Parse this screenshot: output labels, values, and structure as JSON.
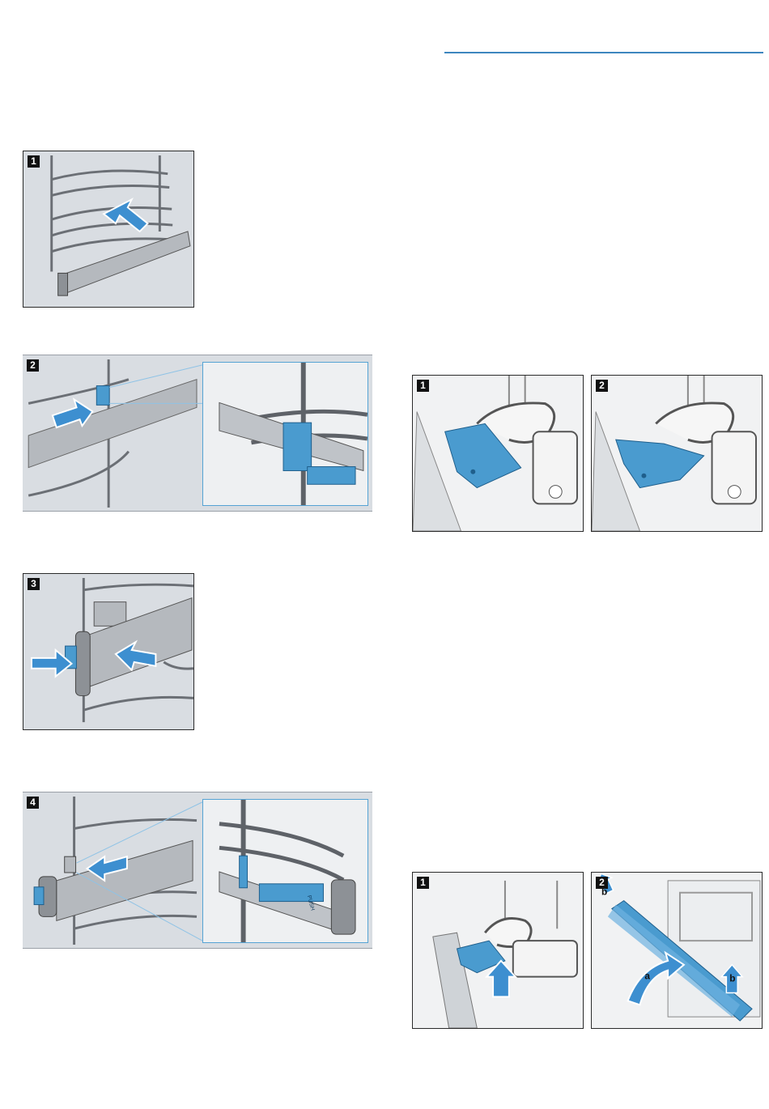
{
  "header": {
    "rule_color": "#3d86bf"
  },
  "colors": {
    "accent_blue": "#3d8fd0",
    "part_blue": "#4a9bcf",
    "panel_bg": "#d9dde2"
  },
  "left_steps": [
    {
      "number": "1"
    },
    {
      "number": "2"
    },
    {
      "number": "3"
    },
    {
      "number": "4",
      "push_label": "PUSH"
    }
  ],
  "hinge_steps_top": [
    {
      "number": "1"
    },
    {
      "number": "2"
    }
  ],
  "hinge_steps_bottom": [
    {
      "number": "1"
    },
    {
      "number": "2",
      "arrow_labels": {
        "a": "a",
        "b1": "b",
        "b2": "b"
      }
    }
  ]
}
